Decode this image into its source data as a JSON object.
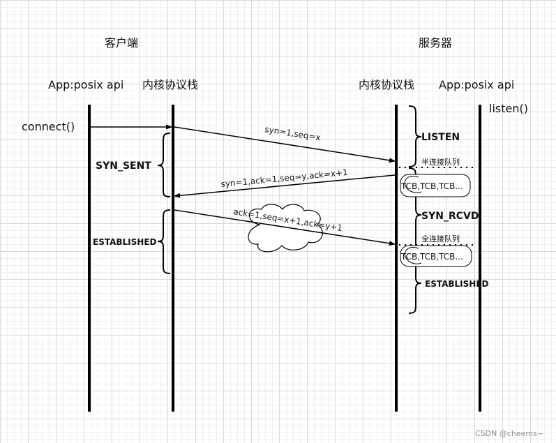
{
  "client": {
    "title": "客户端",
    "app_label": "App:posix api",
    "kernel_label": "内核协议栈",
    "connect_call": "connect()",
    "state_syn_sent": "SYN_SENT",
    "state_established": "ESTABLISHED"
  },
  "server": {
    "title": "服务器",
    "kernel_label": "内核协议栈",
    "app_label": "App:posix api",
    "listen_call": "listen()",
    "state_listen": "LISTEN",
    "state_syn_rcvd": "SYN_RCVD",
    "state_established": "ESTABLISHED",
    "half_queue_label": "半连接队列",
    "full_queue_label": "全连接队列",
    "half_queue_items": "TCB,TCB,TCB...",
    "full_queue_items": "TCB,TCB,TCB..."
  },
  "messages": {
    "syn": "syn=1,seq=x",
    "syn_ack": "syn=1,ack=1,seq=y,ack=x+1",
    "ack": "ack=1,seq=x+1,ack=y+1"
  },
  "watermark": "CSDN @cheems~"
}
